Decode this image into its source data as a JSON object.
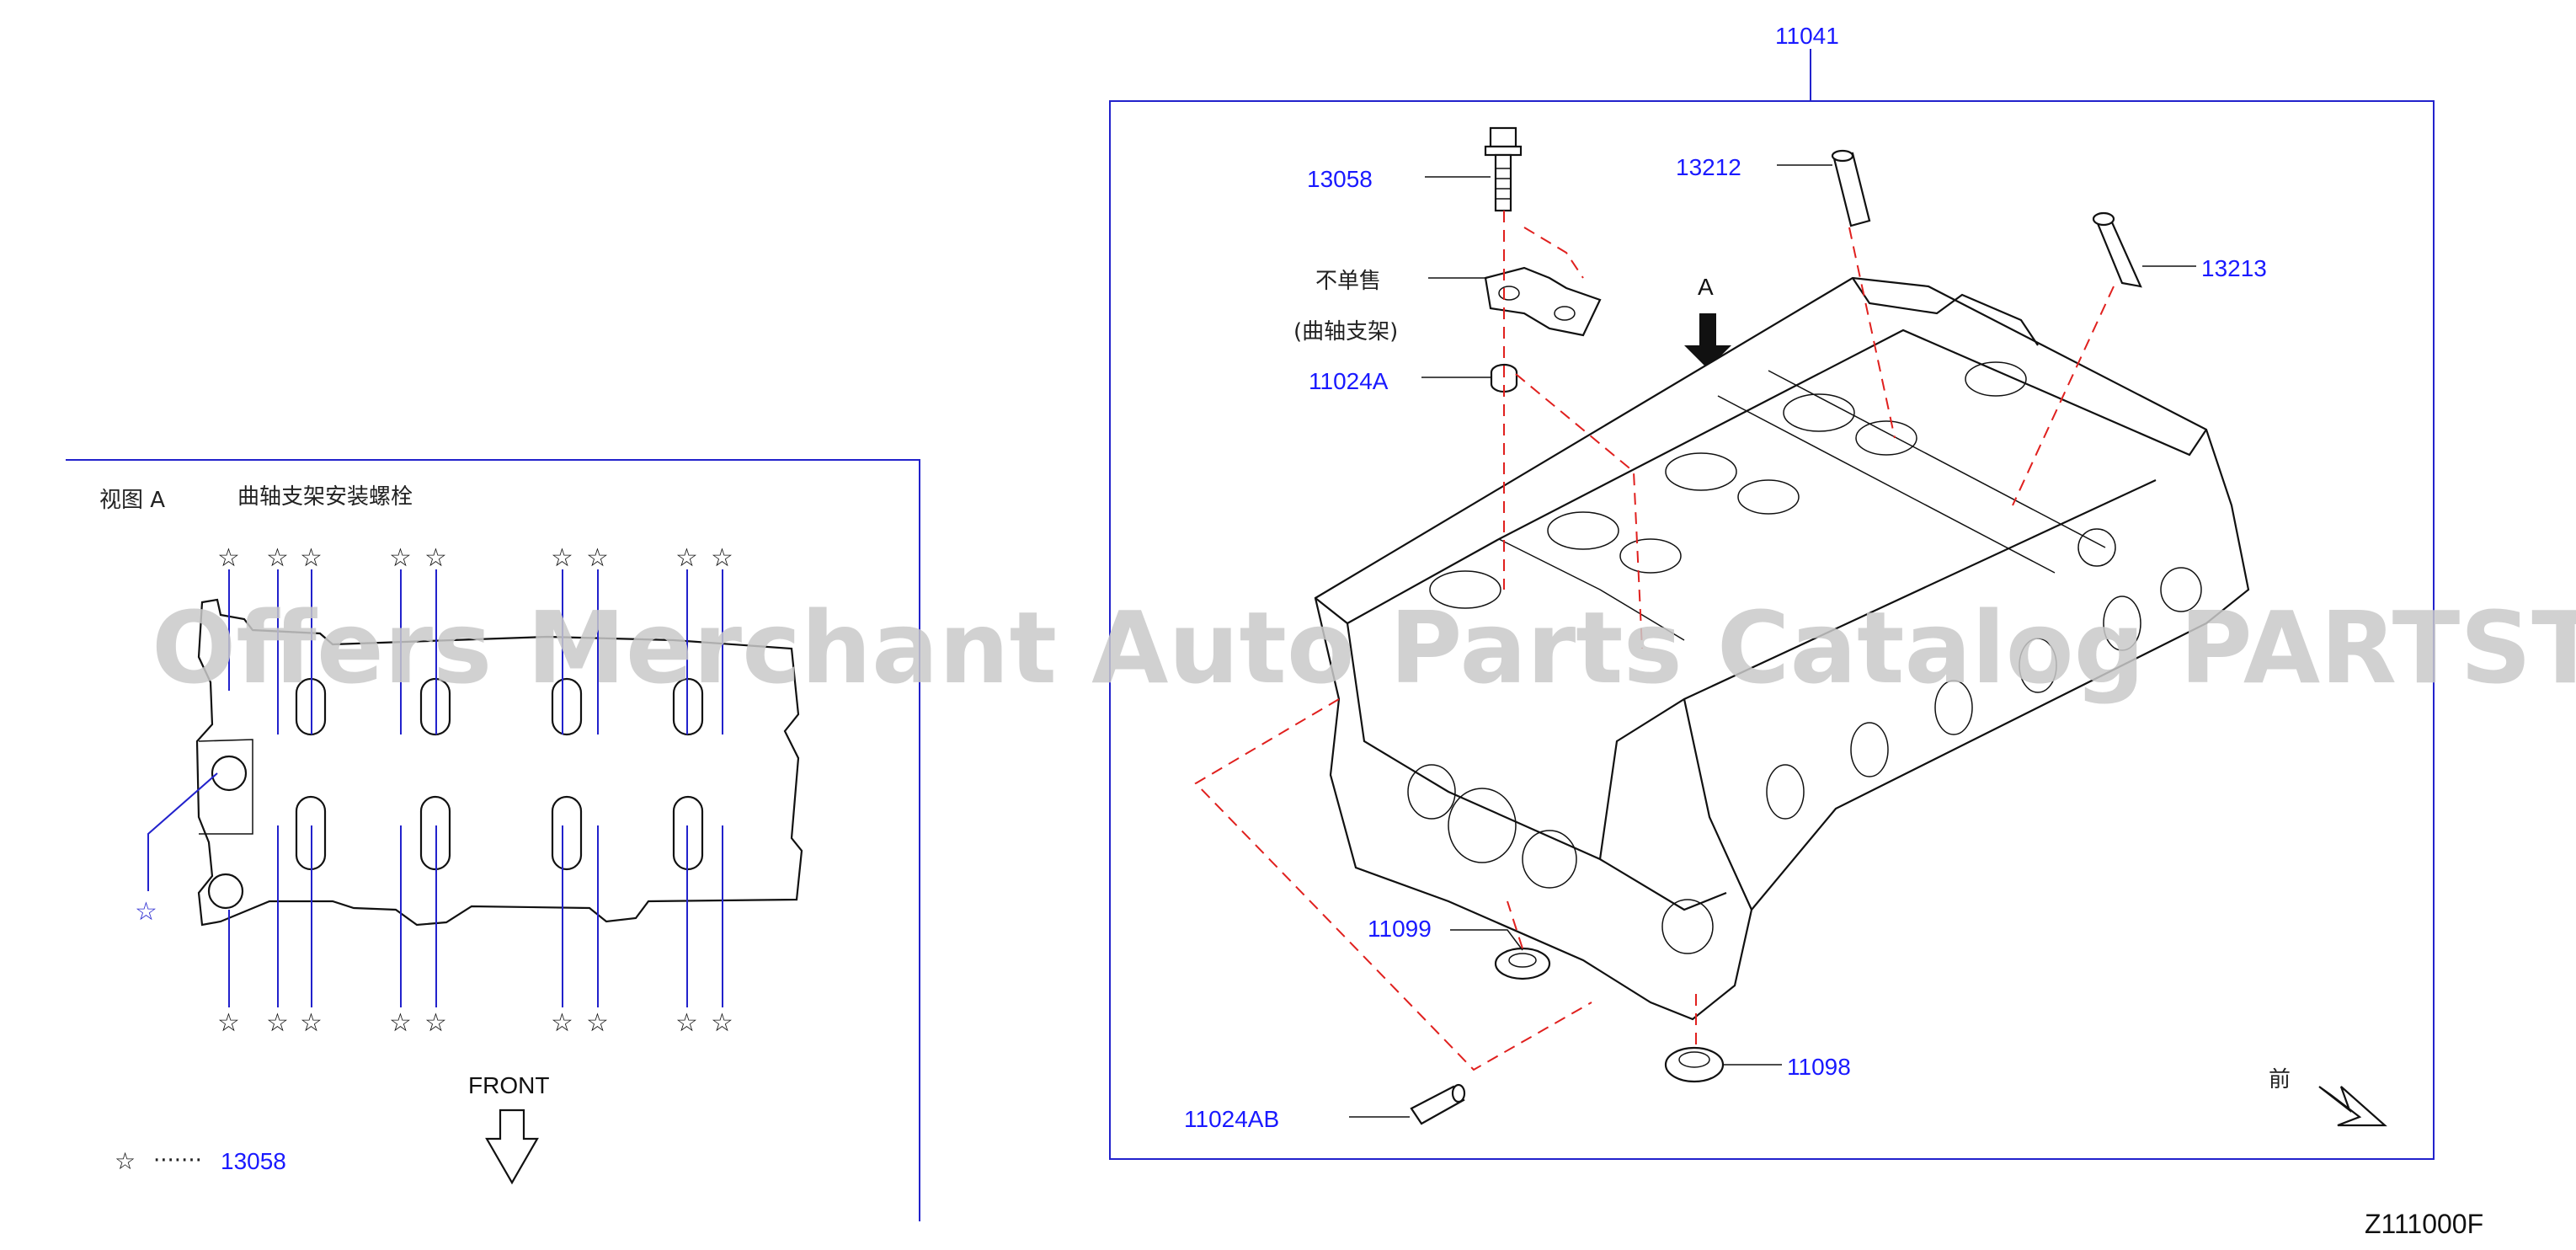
{
  "view_a": {
    "title": "视图 A",
    "subtitle": "曲轴支架安装螺栓",
    "front_label": "FRONT",
    "legend_symbol": "☆",
    "legend_dots": "·······",
    "legend_part": "13058"
  },
  "main_view": {
    "frame_part": "11041",
    "view_arrow_label": "A",
    "front_indicator": "前",
    "parts": [
      {
        "number": "13058"
      },
      {
        "number": "13212"
      },
      {
        "number": "13213"
      },
      {
        "number": "11024A"
      },
      {
        "number": "11099"
      },
      {
        "number": "11098"
      },
      {
        "number": "11024AB"
      }
    ],
    "notes": {
      "not_sold_separately": "不单售",
      "bracket": "(曲轴支架)"
    }
  },
  "diagram_code": "Z111000F",
  "watermark": "Offers Merchant Auto Parts Catalog PARTSTORE.SA",
  "colors": {
    "callout": "#1a1aff",
    "leader": "#2222cc",
    "dashed": "#e0201e",
    "linework": "#111111"
  }
}
